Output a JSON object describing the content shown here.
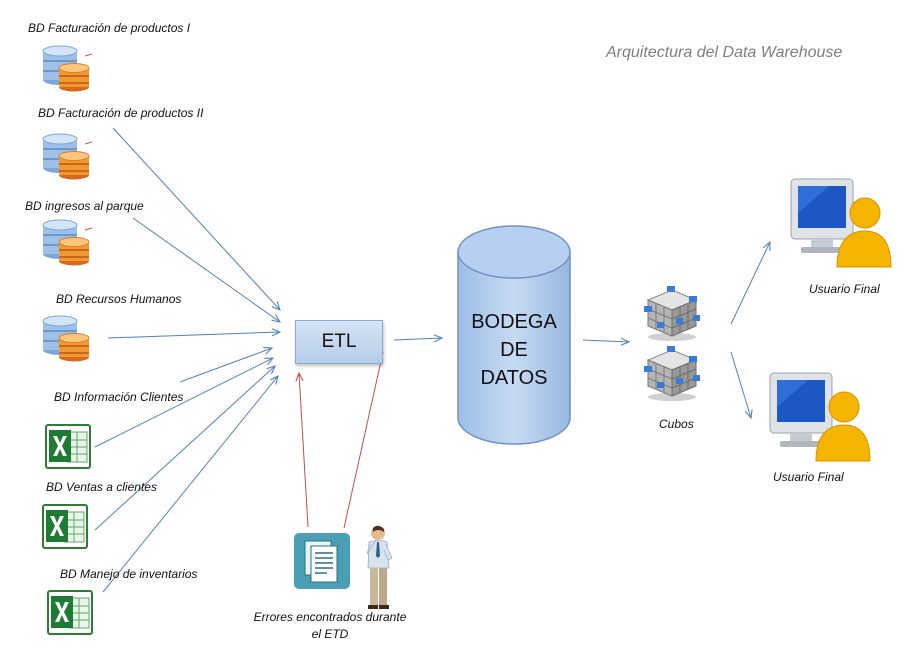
{
  "title": "Arquitectura del Data Warehouse",
  "sources": [
    {
      "label": "BD Facturación  de productos I",
      "icon": "database-icon"
    },
    {
      "label": "BD Facturación  de productos II",
      "icon": "database-icon"
    },
    {
      "label": "BD ingresos  al parque",
      "icon": "database-icon"
    },
    {
      "label": "BD Recursos Humanos",
      "icon": "database-icon"
    },
    {
      "label": "BD Información  Clientes",
      "icon": "excel-icon"
    },
    {
      "label": "BD Ventas  a clientes",
      "icon": "excel-icon"
    },
    {
      "label": "BD Manejo de inventarios",
      "icon": "excel-icon"
    }
  ],
  "etl": {
    "label": "ETL"
  },
  "warehouse": {
    "line1": "BODEGA",
    "line2": "DE",
    "line3": "DATOS"
  },
  "cubes": {
    "label": "Cubos"
  },
  "users": [
    {
      "label": "Usuario  Final"
    },
    {
      "label": "Usuario  Final"
    }
  ],
  "errors": {
    "label_line1": "Errores encontrados  durante",
    "label_line2": "el  ETD"
  },
  "colors": {
    "arrow_blue": "#4f81bd",
    "arrow_red": "#c0504d",
    "cylinder": "#a9c6ea",
    "title_gray": "#7f7f7f"
  }
}
